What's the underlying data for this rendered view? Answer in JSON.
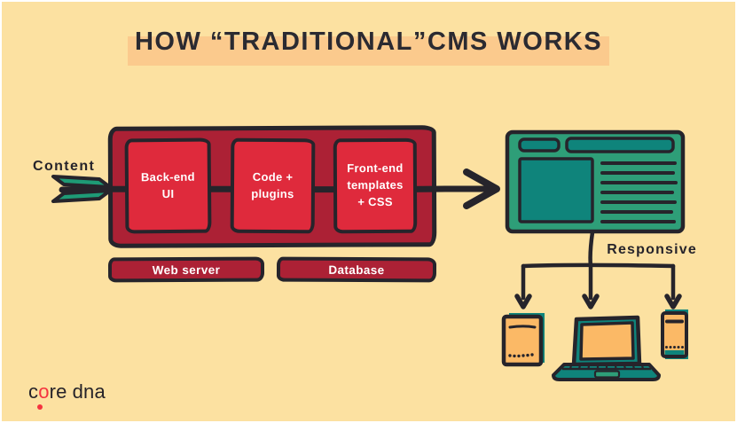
{
  "title": "HOW “TRADITIONAL”CMS WORKS",
  "flow": {
    "content_label": "Content",
    "responsive_label": "Responsive"
  },
  "cms": {
    "boxes": [
      {
        "label": "Back-end\nUI"
      },
      {
        "label": "Code +\nplugins"
      },
      {
        "label": "Front-end\ntemplates\n+ CSS"
      }
    ],
    "bars": [
      {
        "label": "Web server"
      },
      {
        "label": "Database"
      }
    ]
  },
  "logo": {
    "c": "c",
    "o": "o",
    "re": "re",
    "dna": "dna"
  },
  "icons": {
    "content_arrow": "dart-arrow-icon",
    "flow_arrow": "right-arrow-icon",
    "browser": "browser-window-icon",
    "branch": "branch-arrows-icon",
    "devices": [
      "tablet-icon",
      "laptop-icon",
      "smartphone-icon"
    ]
  },
  "colors": {
    "background": "#FCE1A1",
    "title_highlight": "#FBCA8D",
    "crimson_dark": "#AC2135",
    "red_bright": "#DF2A3C",
    "green": "#2E9E78",
    "teal_dark": "#0F847B",
    "orange": "#FBB966",
    "ink": "#26242B",
    "logo_red": "#F5333F",
    "text_light": "#FFFFFF"
  }
}
